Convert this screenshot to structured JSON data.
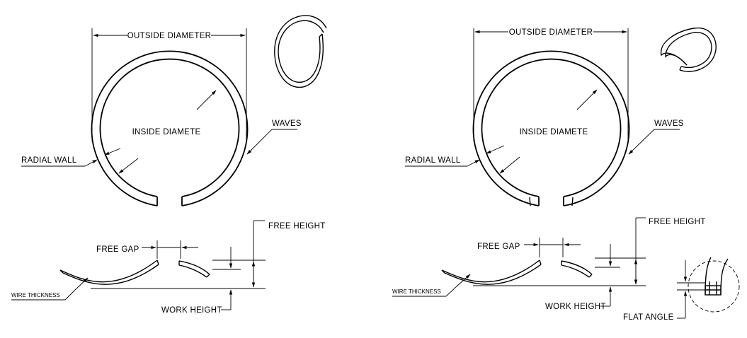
{
  "labels": {
    "outside_diameter": "OUTSIDE DIAMETER",
    "inside_diameter": "INSIDE DIAMETE",
    "radial_wall": "RADIAL WALL",
    "waves": "WAVES",
    "free_gap": "FREE GAP",
    "free_height": "FREE HEIGHT",
    "wire_thickness": "WIRE THICKNESS",
    "work_height": "WORK HEIGHT",
    "flat_angle": "FLAT ANGLE"
  }
}
